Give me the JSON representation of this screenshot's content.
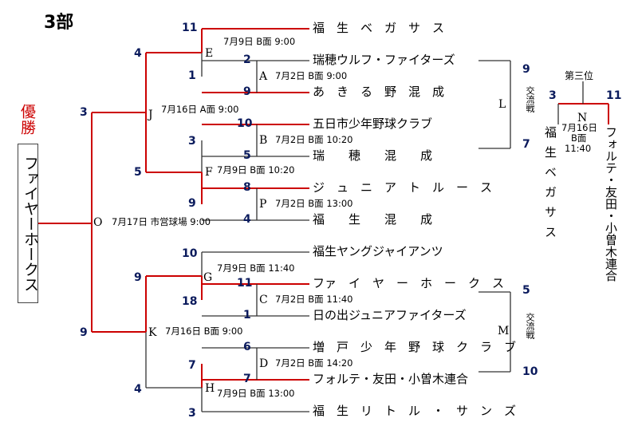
{
  "title": "3部",
  "champion": {
    "label": "優勝",
    "team": "ファイヤーホークス"
  },
  "teams": [
    "福　生　ベ　ガ　サ　ス",
    "瑞穂ウルフ・ファイターズ",
    "あ　き　る　野　混　成",
    "五日市少年野球クラブ",
    "瑞　　穂　　混　　成",
    "ジ　ュ　ニ　ア　ト　ル　ー　ス",
    "福　　生　　混　　成",
    "福生ヤングジャイアンツ",
    "ファ　イ　ヤ　ー　ホ　ー　ク　ス",
    "日の出ジュニアファイターズ",
    "増　戸　少　年　野　球　ク　ラ　ブ",
    "フォルテ・友田・小曽木連合",
    "福　生　リ　ト　ル　・　サ　ン　ズ"
  ],
  "games": {
    "A": {
      "node": "A",
      "date": "7月2日 B面 9:00",
      "top": "2",
      "bottom": "9"
    },
    "B": {
      "node": "B",
      "date": "7月2日 B面 10:20",
      "top": "10",
      "bottom": "5"
    },
    "P": {
      "node": "P",
      "date": "7月2日 B面 13:00",
      "top": "8",
      "bottom": "4"
    },
    "C": {
      "node": "C",
      "date": "7月2日 B面 11:40",
      "top": "11",
      "bottom": "1"
    },
    "D": {
      "node": "D",
      "date": "7月2日 B面 14:20",
      "top": "6",
      "bottom": "7"
    },
    "E": {
      "node": "E",
      "date": "7月9日 B面 9:00",
      "top": "11",
      "bottom": "1"
    },
    "F": {
      "node": "F",
      "date": "7月9日 B面 10:20",
      "top": "3",
      "bottom": "9"
    },
    "G": {
      "node": "G",
      "date": "7月9日 B面 11:40",
      "top": "10",
      "bottom": "18"
    },
    "H": {
      "node": "H",
      "date": "7月9日 B面 13:00",
      "top": "7",
      "bottom": "3"
    },
    "J": {
      "node": "J",
      "date": "7月16日 A面 9:00",
      "top": "4",
      "bottom": "5"
    },
    "K": {
      "node": "K",
      "date": "7月16日 B面 9:00",
      "top": "9",
      "bottom": "4"
    },
    "O": {
      "node": "O",
      "date": "7月17日 市営球場 9:00",
      "top": "3",
      "bottom": "9"
    }
  },
  "exchange": {
    "L": {
      "node": "L",
      "label": "交流戦",
      "top": "9",
      "bottom": "7"
    },
    "M": {
      "node": "M",
      "label": "交流戦",
      "top": "5",
      "bottom": "10"
    }
  },
  "third_place": {
    "label": "第三位",
    "node": "N",
    "date_line1": "7月16日",
    "date_line2": "B面",
    "date_line3": "11:40",
    "left_score": "3",
    "right_score": "11",
    "left_team": "福生ベガサス",
    "right_team": "フォルテ・友田・小曽木連合"
  },
  "colors": {
    "winner_line": "#cc0000",
    "loser_line": "#333333",
    "score": "#0a1a5c"
  }
}
